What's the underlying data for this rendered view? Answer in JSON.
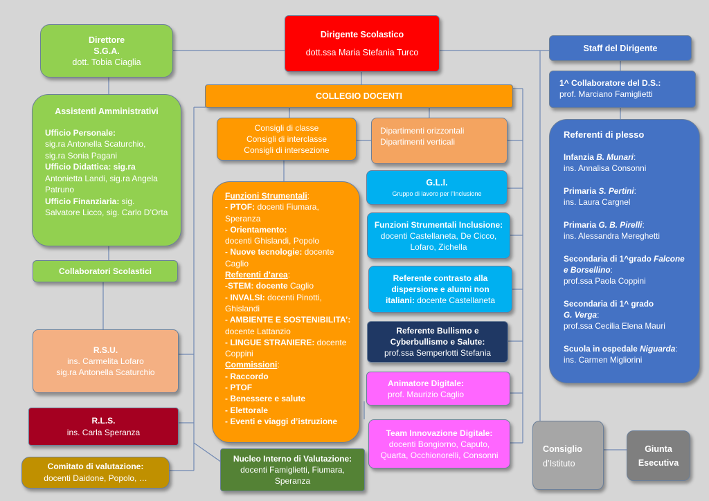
{
  "direttore": {
    "title": "Direttore",
    "subtitle": "S.G.A.",
    "name": "dott. Tobia Ciaglia"
  },
  "dirigente": {
    "title": "Dirigente Scolastico",
    "name": "dott.ssa Maria Stefania Turco"
  },
  "staff": {
    "title": "Staff del Dirigente"
  },
  "collaboratore": {
    "title": "1^ Collaboratore del D.S.:",
    "name": "prof.  Marciano Famiglietti"
  },
  "collegio": {
    "title": "COLLEGIO DOCENTI"
  },
  "assistenti": {
    "title": "Assistenti Amministrativi",
    "personale_label": "Ufficio Personale:",
    "personale_1": "sig.ra Antonella Scaturchio,",
    "personale_2": "sig.ra Sonia Pagani",
    "didattica_label": "Ufficio Didattica:",
    "didattica_1": " sig.ra",
    "didattica_2": "Antonietta Landi, sig.ra Angela",
    "didattica_3": "Patruno",
    "finanziaria_label": "Ufficio Finanziaria:",
    "finanziaria_1": " sig.",
    "finanziaria_2": "Salvatore Licco, sig. Carlo D’Orta"
  },
  "consigli": {
    "l1": "Consigli di classe",
    "l2": "Consigli di interclasse",
    "l3": "Consigli di intersezione"
  },
  "dipartimenti": {
    "l1": "Dipartimenti orizzontali",
    "l2": "Dipartimenti verticali"
  },
  "gli": {
    "title": "G.L.I.",
    "sub": "Gruppo di lavoro per l’Inclusione"
  },
  "fs_inclusione": {
    "title": "Funzioni Strumentali Inclusione:",
    "l1": "docenti Castellaneta, De Cicco,",
    "l2": "Lofaro, Zichella"
  },
  "contrasto": {
    "l1": "Referente contrasto alla",
    "l2": "dispersione e alunni non",
    "l3b": "italiani:",
    "l3": " docente Castellaneta"
  },
  "bullismo": {
    "l1": "Referente Bullismo e",
    "l2": "Cyberbullismo e Salute:",
    "l3": "prof.ssa Semperlotti  Stefania"
  },
  "animatore": {
    "title": "Animatore Digitale:",
    "name": "prof.  Maurizio Caglio"
  },
  "team": {
    "title": "Team Innovazione Digitale:",
    "l1": "docenti Bongiorno, Caputo,",
    "l2": "Quarta, Occhionorelli, Consonni"
  },
  "collaboratori_scol": {
    "title": "Collaboratori Scolastici"
  },
  "rsu": {
    "title": "R.S.U.",
    "l1": "ins. Carmelita Lofaro",
    "l2": "sig.ra Antonella Scaturchio"
  },
  "rls": {
    "title": "R.L.S.",
    "l1": "ins. Carla Speranza"
  },
  "comitato": {
    "title": "Comitato di valutazione:",
    "l1": "docenti Daidone, Popolo, …"
  },
  "niv": {
    "title": "Nucleo Interno di Valutazione:",
    "l1": "docenti Famiglietti, Fiumara,",
    "l2": "Speranza"
  },
  "consiglio_ist": {
    "l1": "Consiglio",
    "l2": "d’Istituto"
  },
  "giunta": {
    "l1": "Giunta",
    "l2": "Esecutiva"
  },
  "funzioni": {
    "fs_title": "Funzioni Strumentali",
    "fs_colon": ":",
    "ptof_b": "- PTOF:",
    "ptof": " docenti Fiumara,",
    "ptof2": "Speranza",
    "orient_b": "- Orientamento:",
    "orient": "docenti Ghislandi, Popolo",
    "tecno_b": "- Nuove tecnologie:",
    "tecno": " docente",
    "tecno2": "Caglio",
    "ref_title": "Referenti d’area",
    "ref_colon": ":",
    "stem_b": "-STEM: docente",
    "stem": " Caglio",
    "invalsi_b": "- INVALSI:",
    "invalsi": " docenti Pinotti,",
    "invalsi2": "Ghislandi",
    "amb_b": "- AMBIENTE E SOSTENIBILITA’:",
    "amb": "docente Lattanzio",
    "lingue_b": "- LINGUE STRANIERE:",
    "lingue": " docente",
    "lingue2": "Coppini",
    "comm_title": "Commissioni",
    "comm_colon": ":",
    "c1": "- Raccordo",
    "c2": "- PTOF",
    "c3": "- Benessere e salute",
    "c4": "- Elettorale",
    "c5": "-  Eventi e viaggi d’istruzione"
  },
  "referenti": {
    "title": "Referenti di plesso",
    "inf_b": "Infanzia ",
    "inf_i": "B. Munari",
    "inf_c": ":",
    "inf_n": "ins.  Annalisa Consonni",
    "pri1_b": "Primaria ",
    "pri1_i": "S. Pertini",
    "pri1_c": ":",
    "pri1_n": " ins.  Laura Cargnel",
    "pri2_b": "Primaria ",
    "pri2_i": "G. B. Pirelli",
    "pri2_c": ":",
    "pri2_n": " ins.  Alessandra Mereghetti",
    "sec1_b": "Secondaria di 1^grado ",
    "sec1_i": "Falcone",
    "sec1_i2": "e Borsellino",
    "sec1_c": ":",
    "sec1_n": "prof.ssa  Paola Coppini",
    "sec2_b": "Secondaria di 1^ grado",
    "sec2_i": "G. Verga",
    "sec2_c": ":",
    "sec2_n": "prof.ssa Cecilia Elena Mauri",
    "osp_b": "Scuola in ospedale ",
    "osp_i": "Niguarda",
    "osp_c": ":",
    "osp_n": "ins.  Carmen Migliorini"
  }
}
